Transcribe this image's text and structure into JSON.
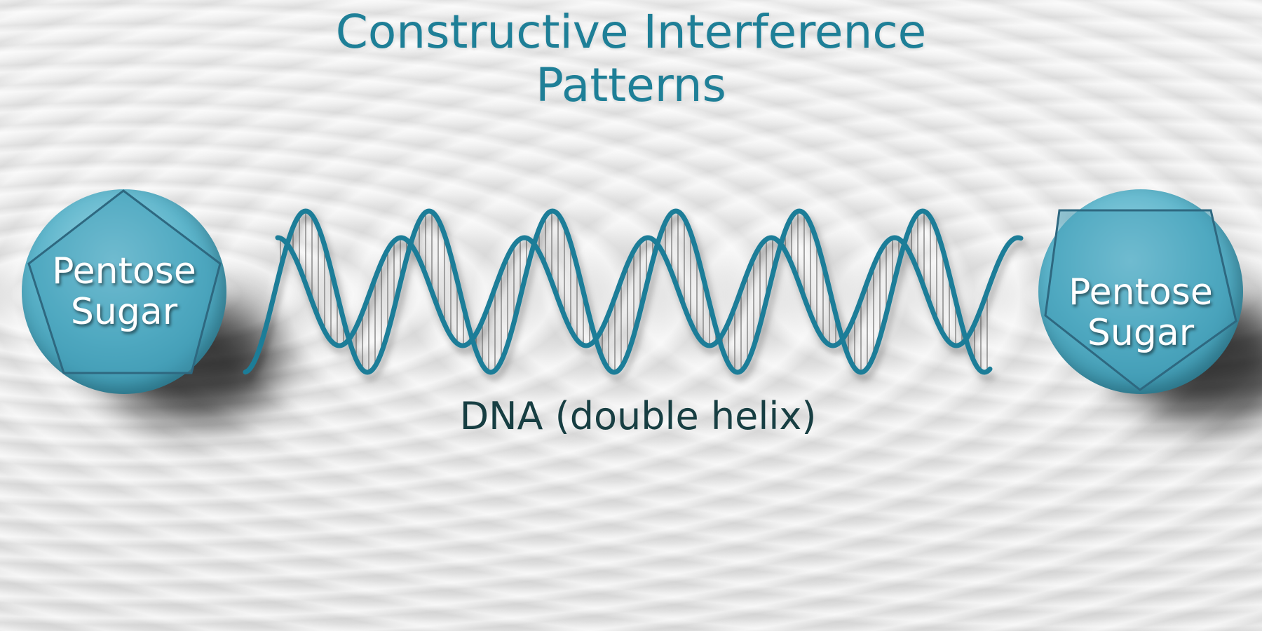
{
  "title": {
    "line1": "Constructive Interference",
    "line2": "Patterns"
  },
  "left_sphere": {
    "line1": "Pentose",
    "line2": "Sugar"
  },
  "right_sphere": {
    "line1": "Pentose",
    "line2": "Sugar"
  },
  "dna_label": "DNA (double helix)",
  "colors": {
    "title": "#1e7f97",
    "strand": "#1a7d98",
    "label": "#173e42",
    "sphere": "#5db4ca"
  }
}
